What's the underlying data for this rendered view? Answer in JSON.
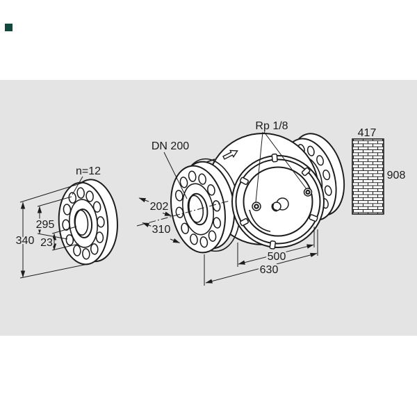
{
  "drawing": {
    "description": "Flanged gas-valve body dimensional drawing",
    "labels": {
      "bolt_count": "n=12",
      "nominal_diameter": "DN 200",
      "test_point": "Rp 1/8"
    },
    "dimensions": {
      "flange_outer_diameter": "340",
      "bolt_circle_diameter": "295",
      "flange_thickness": "23",
      "dim_202": "202",
      "dim_310": "310",
      "body_length": "500",
      "overall_length": "630",
      "clearance_width": "417",
      "clearance_height": "908"
    },
    "colors": {
      "panel_bg": "#e4e4e4",
      "line": "#1c1c1c",
      "corner_marker": "#11493e",
      "surface": "#ffffff"
    }
  }
}
